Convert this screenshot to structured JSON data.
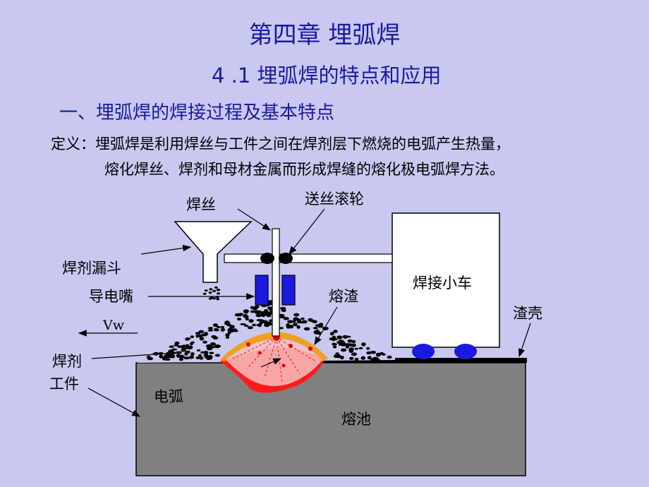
{
  "title": "第四章   埋弧焊",
  "subtitle": "4 .1 埋弧焊的特点和应用",
  "section": "一、埋弧焊的焊接过程及基本特点",
  "definition": {
    "line1": "定义：埋弧焊是利用焊丝与工件之间在焊剂层下燃烧的电弧产生热量，",
    "line2": "熔化焊丝、焊剂和母材金属而形成焊缝的熔化极电弧焊方法。"
  },
  "labels": {
    "wire": "焊丝",
    "feed_rollers": "送丝滚轮",
    "flux_hopper": "焊剂漏斗",
    "contact_tip": "导电嘴",
    "slag": "熔渣",
    "carriage": "焊接小车",
    "slag_crust": "渣壳",
    "vw": "Vw",
    "flux": "焊剂",
    "workpiece": "工件",
    "arc": "电弧",
    "pool": "熔池"
  },
  "colors": {
    "background": "#c8c8f0",
    "title": "#1a1aa0",
    "workpiece": "#808080",
    "molten_pool": "#ff1a1a",
    "slag": "#f0a020",
    "contact_tip": "#1a1ae0",
    "wheels": "#1a1ae0"
  }
}
